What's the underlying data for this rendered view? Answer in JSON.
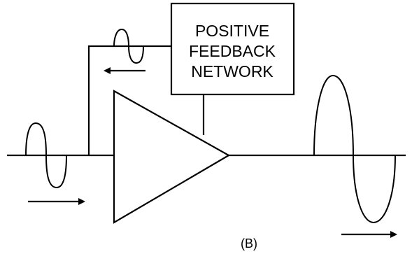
{
  "feedback_network": {
    "line1": "POSITIVE",
    "line2": "FEEDBACK",
    "line3": "NETWORK"
  },
  "caption": "(B)",
  "colors": {
    "stroke": "#000000",
    "background": "#ffffff"
  }
}
